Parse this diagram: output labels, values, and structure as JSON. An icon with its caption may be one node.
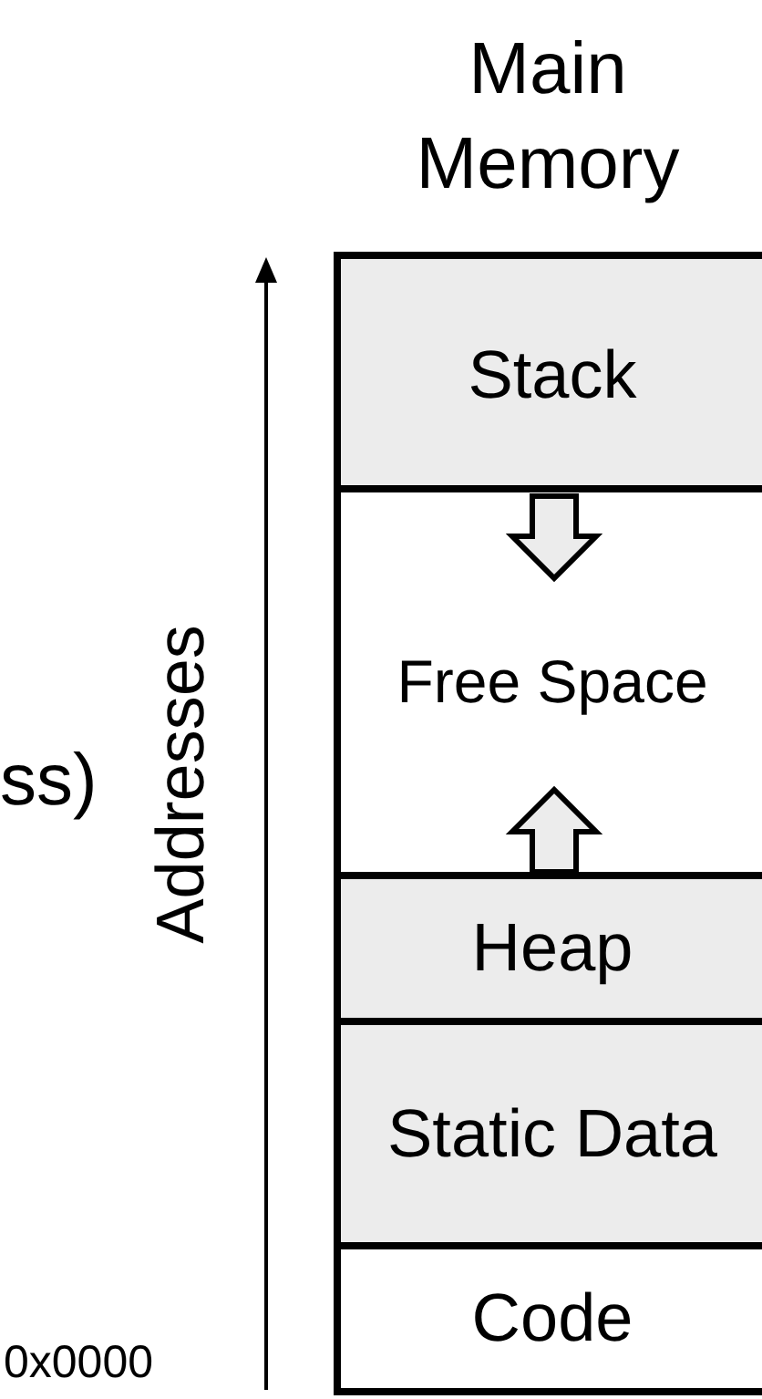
{
  "diagram": {
    "nodes": [
      {
        "text": [
          "Main Memory"
        ]
      },
      {
        "text": [
          "Stack"
        ],
        "in": 0
      },
      {
        "text": [
          "Free Space"
        ],
        "in": 0
      },
      {
        "text": [
          "Heap"
        ],
        "in": 0
      },
      {
        "text": [
          "Static Data"
        ],
        "in": 0
      },
      {
        "text": [
          "Code"
        ],
        "in": 0
      }
    ],
    "edges": [],
    "labels": [
      "ss)",
      "Addresses",
      "0x0000"
    ]
  }
}
